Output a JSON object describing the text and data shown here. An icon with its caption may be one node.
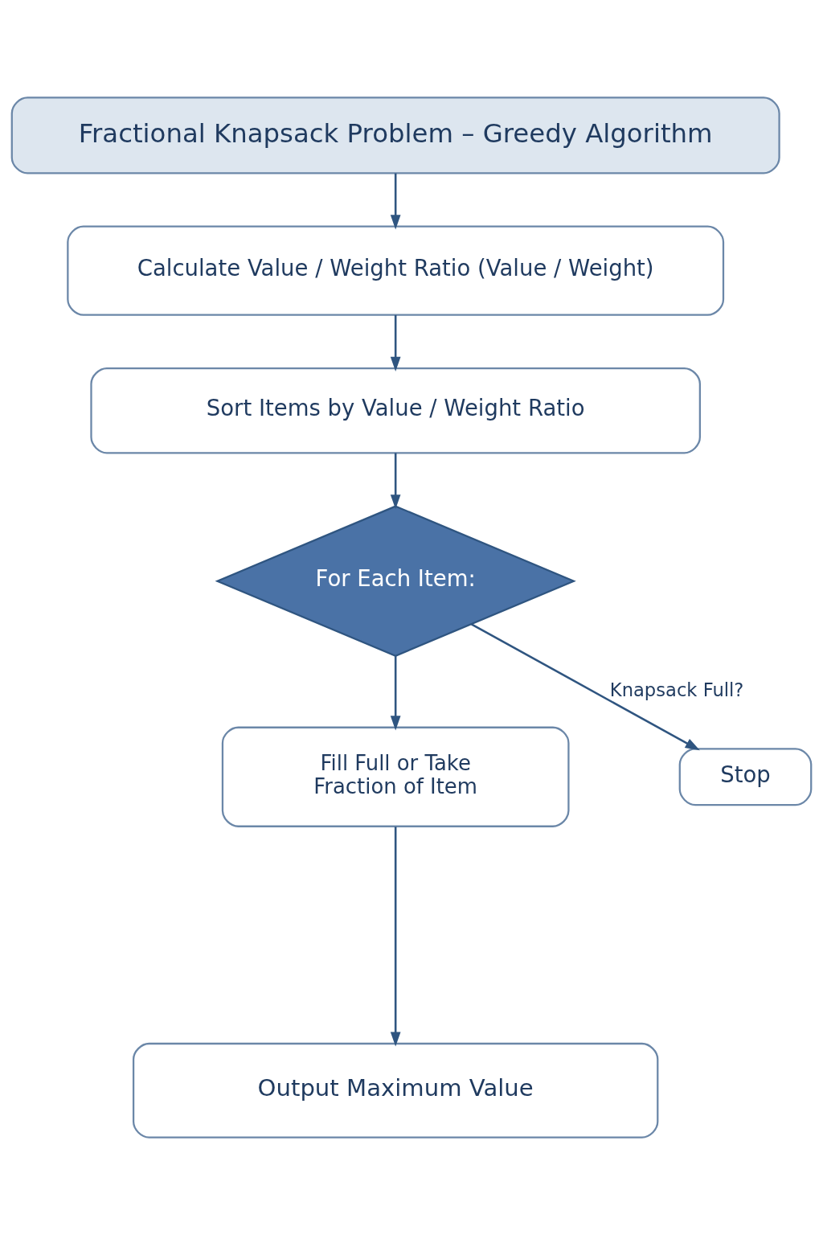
{
  "diagram": {
    "nodes": [
      {
        "text": [
          "Fractional Knapsack Problem – Greedy Algorithm"
        ]
      },
      {
        "text": [
          "Calculate Value / Weight Ratio (Value / Weight)"
        ]
      },
      {
        "text": [
          "Sort Items by Value / Weight Ratio"
        ]
      },
      {
        "text": [
          "For Each Item:"
        ]
      },
      {
        "text": [
          "Stop"
        ]
      },
      {
        "text": [
          "Fill Full or Take Fraction of Item"
        ]
      },
      {
        "text": [
          "Output Maximum Value"
        ]
      }
    ],
    "edges": [
      {
        "from": 0,
        "to": 1,
        "arrow": "to"
      },
      {
        "from": 1,
        "to": 2,
        "arrow": "to"
      },
      {
        "from": 2,
        "to": 3,
        "arrow": "to"
      },
      {
        "from": 3,
        "to": 4,
        "arrow": "to",
        "label": "Knapsack Full?"
      },
      {
        "from": 3,
        "to": 5,
        "arrow": "to"
      },
      {
        "from": 5,
        "to": 6,
        "arrow": "to"
      }
    ]
  }
}
